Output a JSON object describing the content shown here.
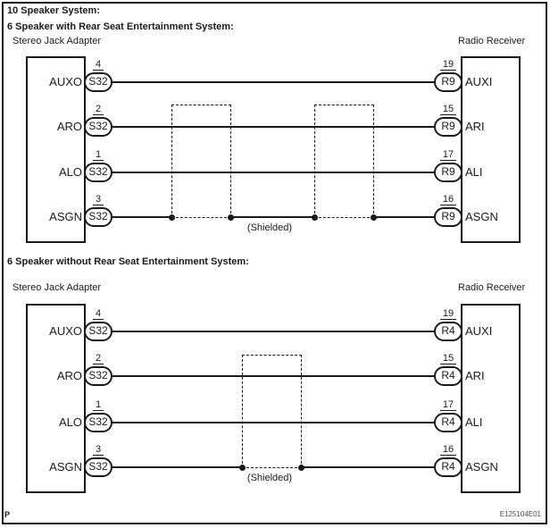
{
  "page": {
    "title": "10 Speaker System:",
    "page_marker": "P",
    "figure_code": "E125104E01"
  },
  "colors": {
    "line": "#1a1a1a",
    "background": "#ffffff",
    "figure_code_color": "#4a4a4a"
  },
  "diagrams": [
    {
      "title": "6 Speaker with Rear Seat Entertainment System:",
      "left_component": "Stereo Jack Adapter",
      "right_component": "Radio Receiver",
      "shield_label": "(Shielded)",
      "rows": [
        {
          "left_pin": "AUXO",
          "left_terminal": "4",
          "left_connector": "S32",
          "right_terminal": "19",
          "right_connector": "R9",
          "right_pin": "AUXI"
        },
        {
          "left_pin": "ARO",
          "left_terminal": "2",
          "left_connector": "S32",
          "right_terminal": "15",
          "right_connector": "R9",
          "right_pin": "ARI"
        },
        {
          "left_pin": "ALO",
          "left_terminal": "1",
          "left_connector": "S32",
          "right_terminal": "17",
          "right_connector": "R9",
          "right_pin": "ALI"
        },
        {
          "left_pin": "ASGN",
          "left_terminal": "3",
          "left_connector": "S32",
          "right_terminal": "16",
          "right_connector": "R9",
          "right_pin": "ASGN"
        }
      ]
    },
    {
      "title": "6 Speaker without Rear Seat Entertainment System:",
      "left_component": "Stereo Jack Adapter",
      "right_component": "Radio Receiver",
      "shield_label": "(Shielded)",
      "rows": [
        {
          "left_pin": "AUXO",
          "left_terminal": "4",
          "left_connector": "S32",
          "right_terminal": "19",
          "right_connector": "R4",
          "right_pin": "AUXI"
        },
        {
          "left_pin": "ARO",
          "left_terminal": "2",
          "left_connector": "S32",
          "right_terminal": "15",
          "right_connector": "R4",
          "right_pin": "ARI"
        },
        {
          "left_pin": "ALO",
          "left_terminal": "1",
          "left_connector": "S32",
          "right_terminal": "17",
          "right_connector": "R4",
          "right_pin": "ALI"
        },
        {
          "left_pin": "ASGN",
          "left_terminal": "3",
          "left_connector": "S32",
          "right_terminal": "16",
          "right_connector": "R4",
          "right_pin": "ASGN"
        }
      ]
    }
  ]
}
